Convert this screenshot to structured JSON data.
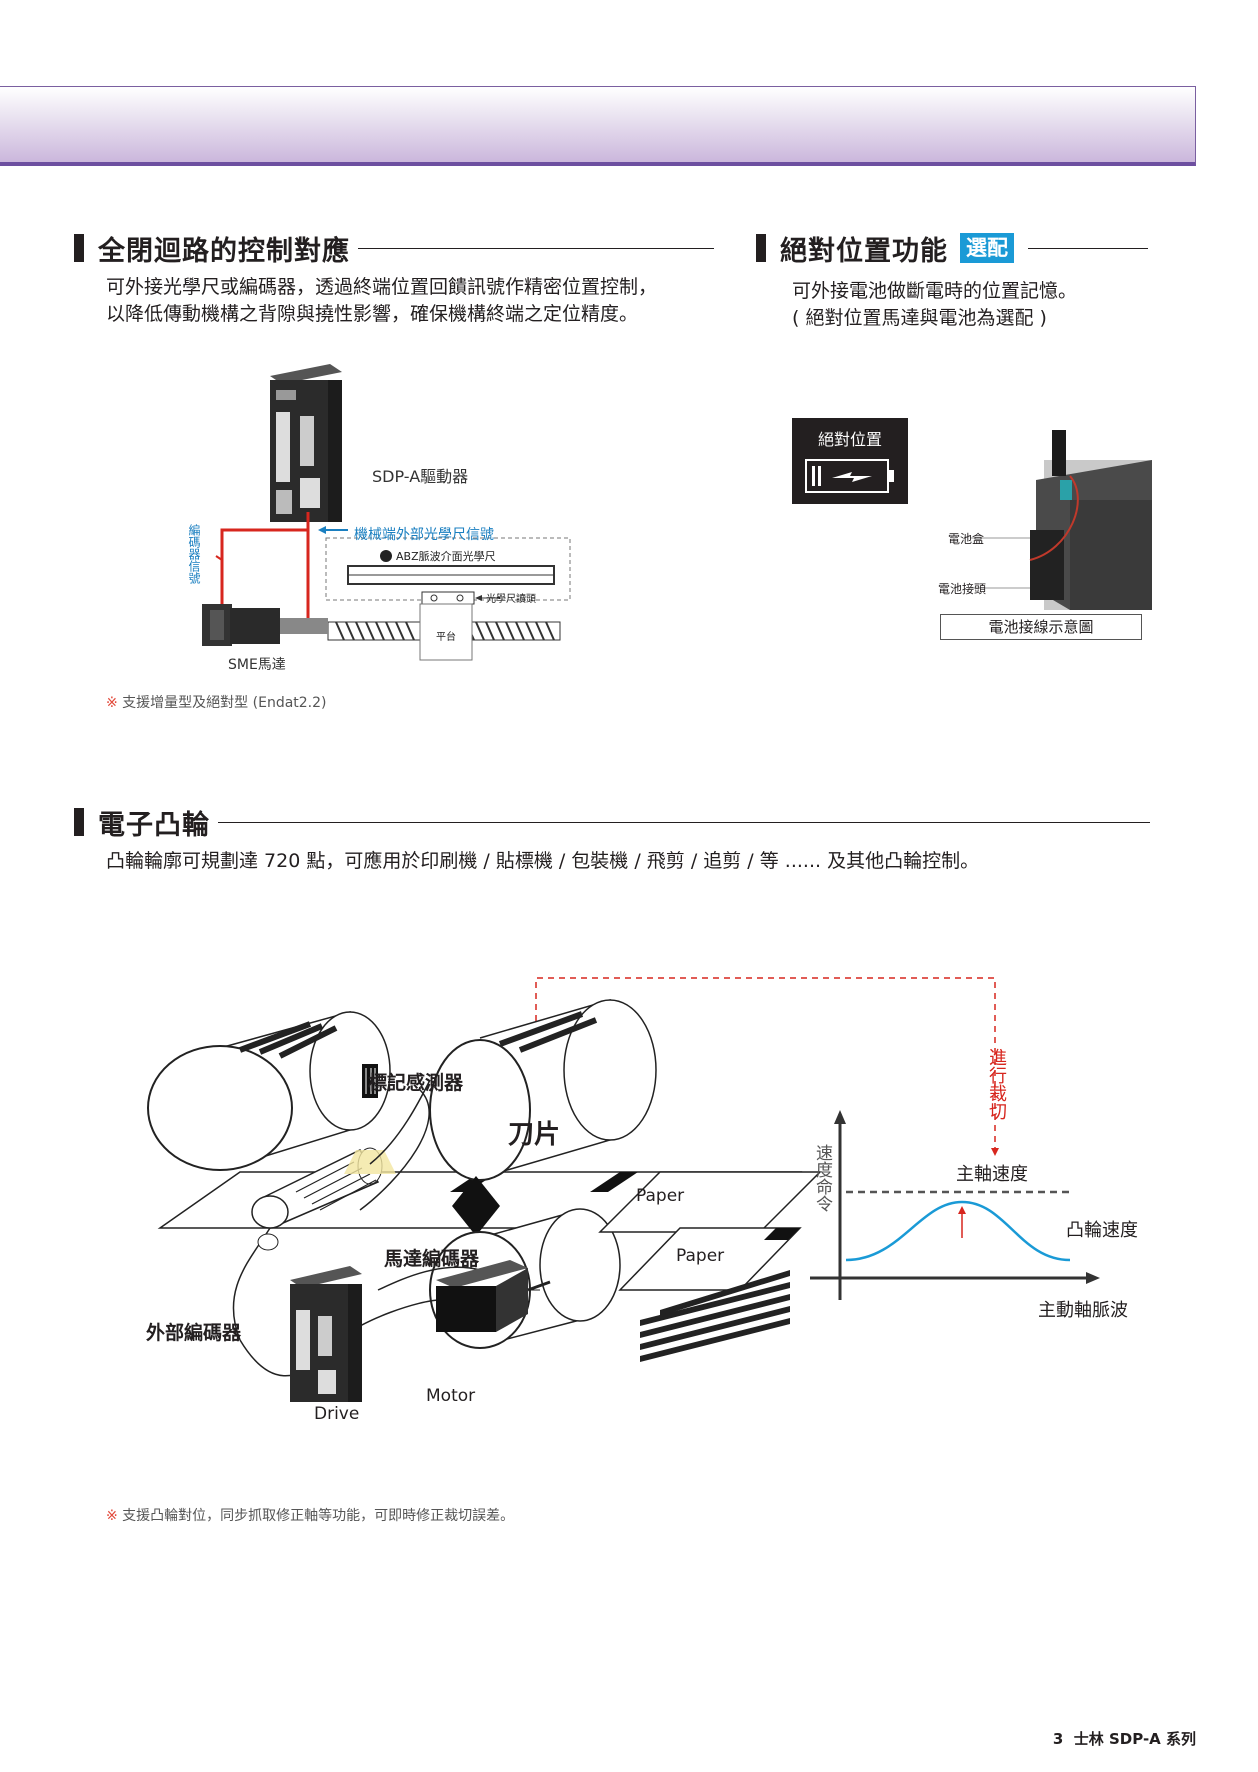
{
  "sections": {
    "closed_loop": {
      "title": "全閉迴路的控制對應",
      "desc_line1": "可外接光學尺或編碼器，透過終端位置回饋訊號作精密位置控制，",
      "desc_line2": "以降低傳動機構之背隙與撓性影響，確保機構終端之定位精度。",
      "diagram": {
        "drive_label": "SDP-A驅動器",
        "scale_signal": "機械端外部光學尺信號",
        "scale_name": "ABZ脈波介面光學尺",
        "reader": "光學尺讀頭",
        "platform": "平台",
        "encoder_signal": "編碼器信號",
        "motor": "SME馬達"
      },
      "note_mark": "※",
      "note": " 支援增量型及絕對型 (Endat2.2)"
    },
    "absolute": {
      "title": "絕對位置功能",
      "badge": "選配",
      "desc_line1": "可外接電池做斷電時的位置記憶。",
      "desc_line2": "( 絕對位置馬達與電池為選配 )",
      "icon_title": "絕對位置",
      "battery_box": "電池盒",
      "battery_conn": "電池接頭",
      "caption": "電池接線示意圖"
    },
    "cam": {
      "title": "電子凸輪",
      "desc": "凸輪輪廓可規劃達 720 點，可應用於印刷機 / 貼標機 / 包裝機 / 飛剪 / 追剪 / 等 ...... 及其他凸輪控制。",
      "diagram": {
        "mark_sensor": "標記感測器",
        "blade": "刀片",
        "paper1": "Paper",
        "paper2": "Paper",
        "motor_encoder": "馬達編碼器",
        "ext_encoder": "外部編碼器",
        "drive": "Drive",
        "motor": "Motor",
        "cut": "進行裁切",
        "speed_cmd": "速度命令",
        "main_speed": "主軸速度",
        "cam_speed": "凸輪速度",
        "master_pulse": "主動軸脈波"
      },
      "note_mark": "※",
      "note": " 支援凸輪對位，同步抓取修正軸等功能，可即時修正裁切誤差。"
    }
  },
  "footer": {
    "page": "3",
    "series": "士林 SDP-A 系列"
  },
  "colors": {
    "accent_purple": "#6d4fa0",
    "badge_blue": "#1a9ad6",
    "signal_red": "#d7261e",
    "signal_blue": "#1a7fc0",
    "curve_blue": "#1a9ad6"
  }
}
